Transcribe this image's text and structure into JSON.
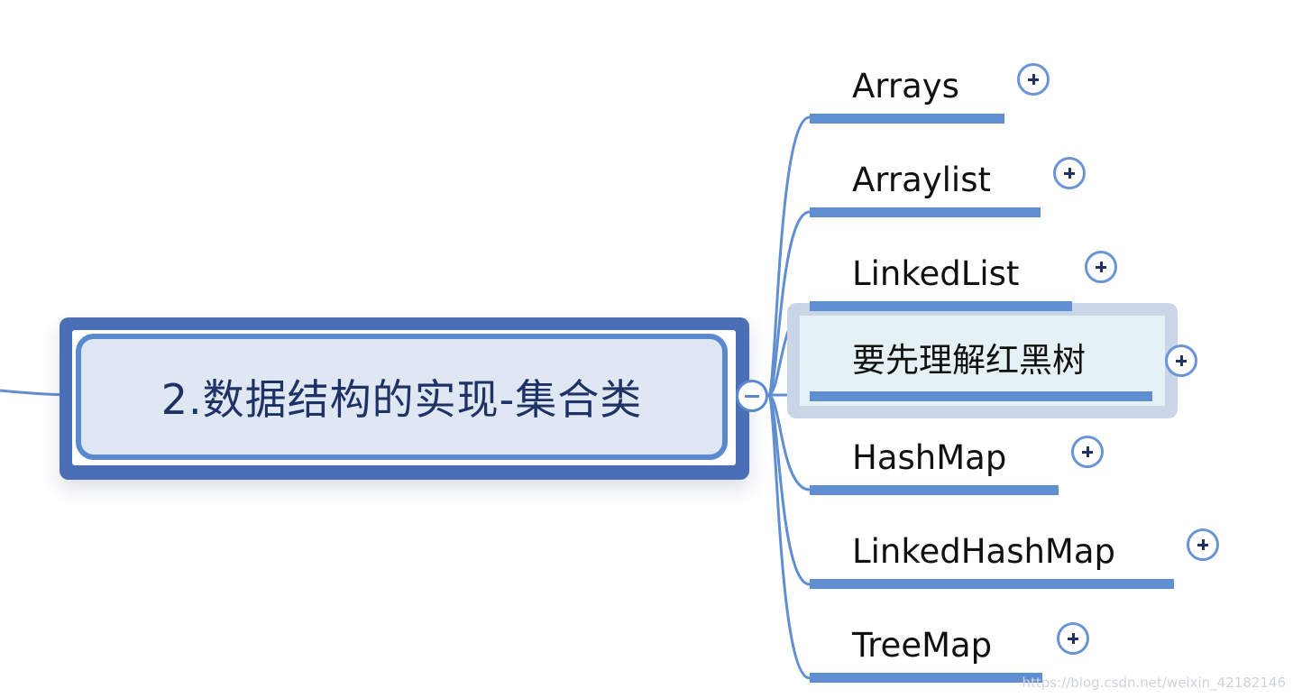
{
  "central_topic": {
    "label": "2.数据结构的实现-集合类"
  },
  "branches": [
    {
      "label": "Arrays"
    },
    {
      "label": "Arraylist"
    },
    {
      "label": "LinkedList"
    },
    {
      "label": "要先理解红黑树",
      "selected": true
    },
    {
      "label": "HashMap"
    },
    {
      "label": "LinkedHashMap"
    },
    {
      "label": "TreeMap"
    }
  ],
  "icons": {
    "expand": "plus-circle-icon",
    "collapse": "minus-circle-icon"
  },
  "colors": {
    "central_border": "#4b6fb6",
    "central_fill": "#dfe7f3",
    "accent": "#5f8ed1",
    "text": "#1e3266",
    "selection": "#c8d6e8"
  },
  "watermark": "https://blog.csdn.net/weixin_42182146"
}
